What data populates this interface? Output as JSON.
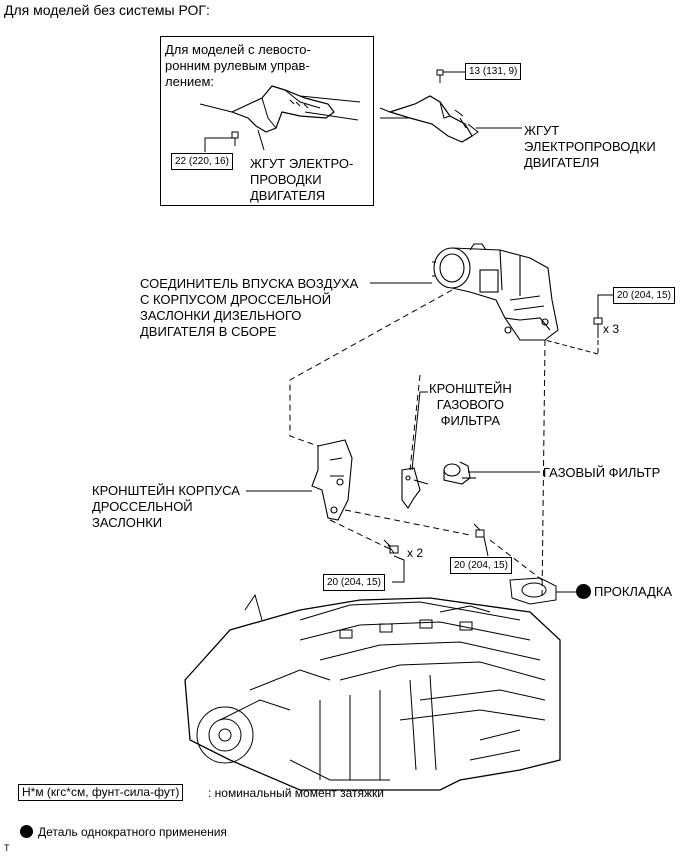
{
  "header": {
    "title": "Для моделей без системы РОГ:"
  },
  "inset": {
    "title": "Для моделей с левосто-\nронним рулевым управ-\nлением:",
    "torque": "22 (220, 16)",
    "harness_label": "ЖГУТ ЭЛЕКТРО-\nПРОВОДКИ\nДВИГАТЕЛЯ"
  },
  "top_right": {
    "torque": "13 (131, 9)",
    "harness_label": "ЖГУТ\nЭЛЕКТРОПРОВОДКИ\nДВИГАТЕЛЯ"
  },
  "parts": {
    "intake_connector": "СОЕДИНИТЕЛЬ ВПУСКА ВОЗДУХА\nС КОРПУСОМ ДРОССЕЛЬНОЙ\nЗАСЛОНКИ ДИЗЕЛЬНОГО\nДВИГАТЕЛЯ В СБОРЕ",
    "gas_filter_bracket": "КРОНШТЕЙН\nГАЗОВОГО\nФИЛЬТРА",
    "gas_filter": "ГАЗОВЫЙ ФИЛЬТР",
    "throttle_bracket": "КРОНШТЕЙН КОРПУСА\nДРОССЕЛЬНОЙ\nЗАСЛОНКИ",
    "gasket": "ПРОКЛАДКА"
  },
  "torques": {
    "intake_bolts": "20 (204, 15)",
    "intake_qty": "x 3",
    "bracket_bolts": "20 (204, 15)",
    "bracket_qty": "x 2",
    "filter_bracket_bolt": "20 (204, 15)"
  },
  "legend": {
    "torque_units": "Н*м (кгс*см, фунт-сила-фут)",
    "torque_desc": ": номинальный момент затяжки",
    "single_use": "Деталь однократного применения"
  },
  "corner_mark": "T"
}
